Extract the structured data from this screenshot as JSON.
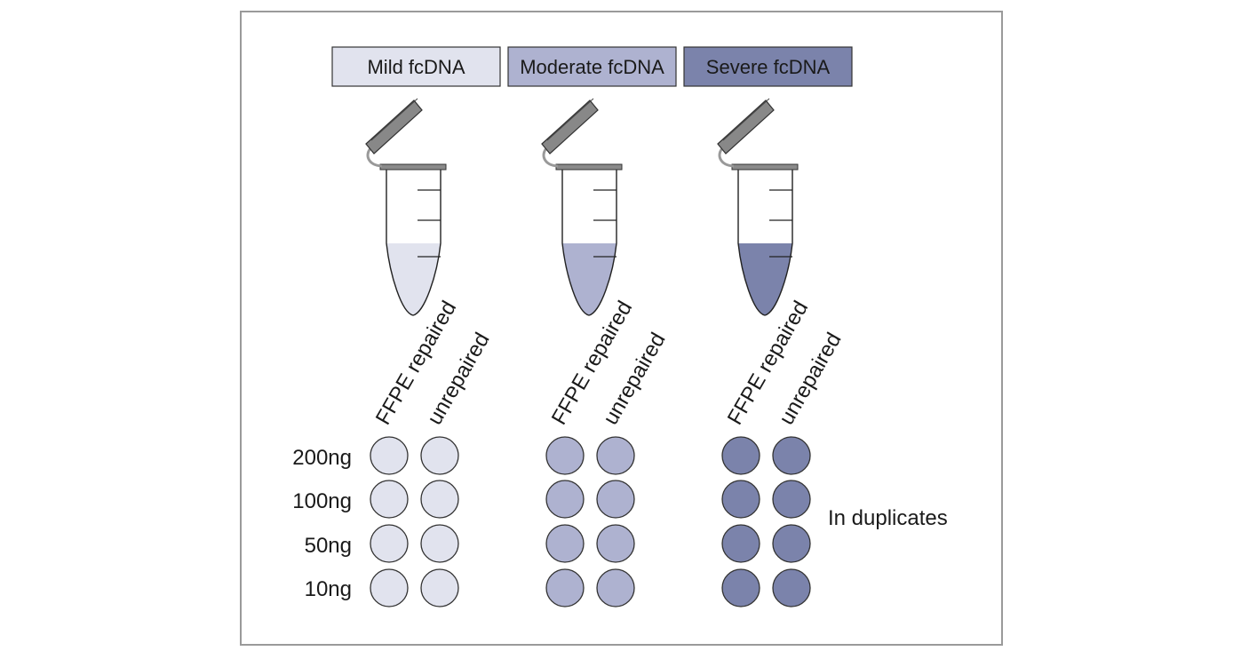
{
  "groups": [
    {
      "label": "Mild fcDNA",
      "color": "#e1e3ee",
      "box_color": "#e1e3ee"
    },
    {
      "label": "Moderate fcDNA",
      "color": "#aeb2d0",
      "box_color": "#aeb2d0"
    },
    {
      "label": "Severe fcDNA",
      "color": "#7b83ab",
      "box_color": "#7b83ab"
    }
  ],
  "columns": [
    "FFPE repaired",
    "unrepaired"
  ],
  "doses": [
    "200ng",
    "100ng",
    "50ng",
    "10ng"
  ],
  "note": "In duplicates"
}
